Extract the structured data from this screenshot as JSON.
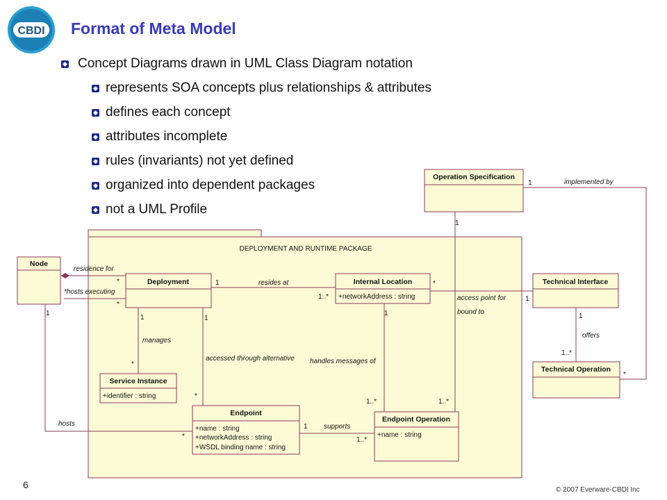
{
  "header": {
    "logo_text": "CBDI",
    "title": "Format of Meta Model"
  },
  "bullets": [
    {
      "text": "Concept Diagrams drawn in UML Class Diagram notation",
      "level": 1
    },
    {
      "text": "represents SOA concepts plus relationships & attributes",
      "level": 2
    },
    {
      "text": "defines each concept",
      "level": 2
    },
    {
      "text": "attributes incomplete",
      "level": 2
    },
    {
      "text": "rules (invariants) not yet defined",
      "level": 2
    },
    {
      "text": "organized into dependent packages",
      "level": 2
    },
    {
      "text": "not a UML Profile",
      "level": 2
    }
  ],
  "diagram": {
    "package_name": "DEPLOYMENT AND RUNTIME PACKAGE",
    "classes": {
      "node": {
        "name": "Node",
        "attrs": []
      },
      "deployment": {
        "name": "Deployment",
        "attrs": []
      },
      "internal_location": {
        "name": "Internal Location",
        "attrs": [
          "+networkAddress : string"
        ]
      },
      "service_instance": {
        "name": "Service Instance",
        "attrs": [
          "+identifier : string"
        ]
      },
      "endpoint": {
        "name": "Endpoint",
        "attrs": [
          "+name : string",
          "+networkAddress : string",
          "+WSDL binding name : string"
        ]
      },
      "endpoint_operation": {
        "name": "Endpoint Operation",
        "attrs": [
          "+name : string"
        ]
      },
      "operation_specification": {
        "name": "Operation Specification",
        "attrs": []
      },
      "technical_interface": {
        "name": "Technical Interface",
        "attrs": []
      },
      "technical_operation": {
        "name": "Technical Operation",
        "attrs": []
      }
    },
    "relationships": {
      "residence_for": "residence for",
      "hosts_executing": "*hosts executing",
      "resides_at": "resides at",
      "manages": "manages",
      "accessed_through_alternative": "accessed through alternative",
      "handles_messages_of": "handles messages of",
      "access_point_for": "access point for",
      "bound_to": "bound to",
      "hosts": "hosts",
      "supports": "supports",
      "implemented_by": "implemented by",
      "offers": "offers"
    },
    "multiplicities": {
      "one": "1",
      "many": "*",
      "one_or_more": "1..*"
    }
  },
  "footer": {
    "page_number": "6",
    "copyright": "© 2007 Everware-CBDI Inc"
  }
}
